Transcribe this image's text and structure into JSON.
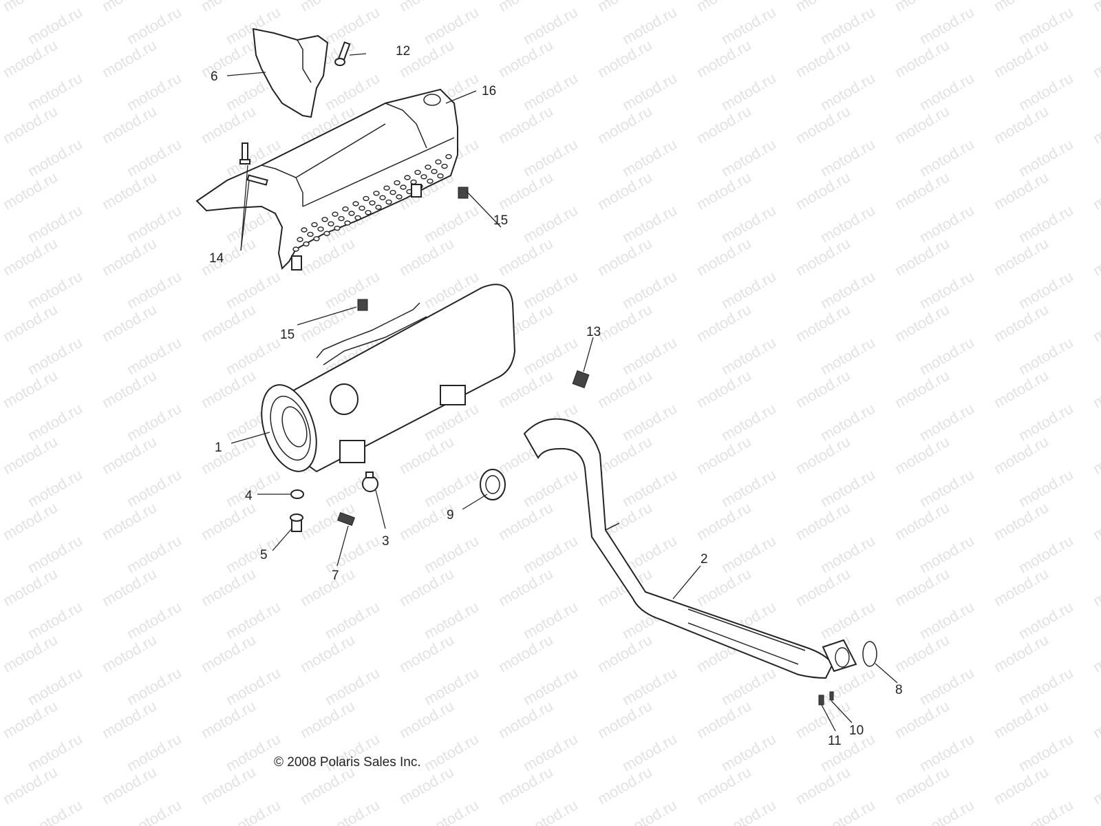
{
  "watermark": {
    "text": "motod.ru"
  },
  "copyright": "© 2008 Polaris Sales Inc.",
  "parts": [
    {
      "id": "muffler",
      "callout": "1"
    },
    {
      "id": "head-pipe",
      "callout": "2"
    },
    {
      "id": "spark-arrestor-plug",
      "callout": "3"
    },
    {
      "id": "washer",
      "callout": "4"
    },
    {
      "id": "drain-plug",
      "callout": "5"
    },
    {
      "id": "heat-shield-upper",
      "callout": "6"
    },
    {
      "id": "spring",
      "callout": "7"
    },
    {
      "id": "exhaust-gasket",
      "callout": "8"
    },
    {
      "id": "seal-ring",
      "callout": "9"
    },
    {
      "id": "stud",
      "callout": "10"
    },
    {
      "id": "nut",
      "callout": "11"
    },
    {
      "id": "shield-screw",
      "callout": "12"
    },
    {
      "id": "spring-small",
      "callout": "13"
    },
    {
      "id": "shield-bolt",
      "callout": "14"
    },
    {
      "id": "grommet",
      "callout": "15"
    },
    {
      "id": "heat-shield",
      "callout": "16"
    }
  ]
}
